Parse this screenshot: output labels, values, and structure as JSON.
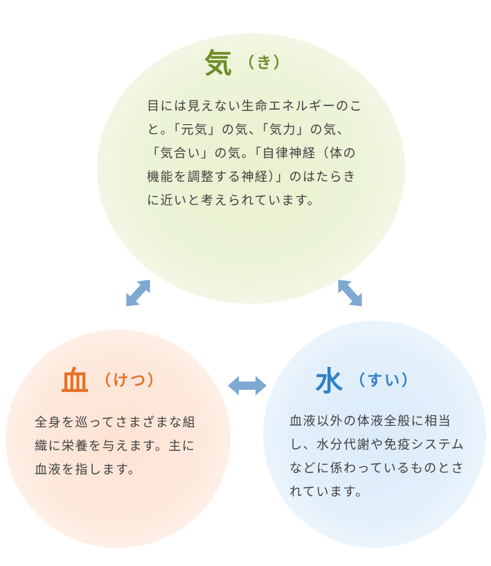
{
  "ki": {
    "kanji": "気",
    "reading": "（き）",
    "text": "目には見えない生命エネルギーのこと。「元気」の気、「気力」の気、「気合い」の気。「自律神経（体の機能を調整する神経）」のはたらきに近いと考えられています。",
    "color": "#6d8d27"
  },
  "ketsu": {
    "kanji": "血",
    "reading": "（けつ）",
    "text": "全身を巡ってさまざまな組織に栄養を与えます。主に血液を指します。",
    "color": "#e57128"
  },
  "sui": {
    "kanji": "水",
    "reading": "（すい）",
    "text": "血液以外の体液全般に相当し、水分代謝や免疫システムなどに係わっているものとされています。",
    "color": "#2e7fc5"
  },
  "arrows": {
    "color": "#7fa8d3",
    "icon": "double-arrow-icon"
  }
}
